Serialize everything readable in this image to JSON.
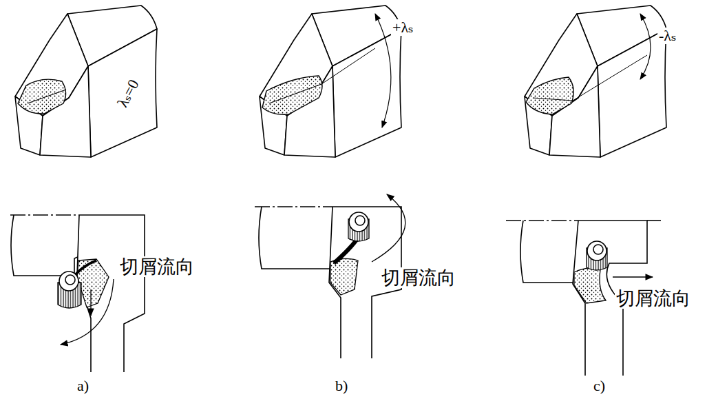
{
  "diagram": {
    "labels": [
      "λₛ=0",
      "+λₛ",
      "-λₛ",
      "切屑流向",
      "切屑流向",
      "切屑流向",
      "a)",
      "b)",
      "c)"
    ]
  }
}
